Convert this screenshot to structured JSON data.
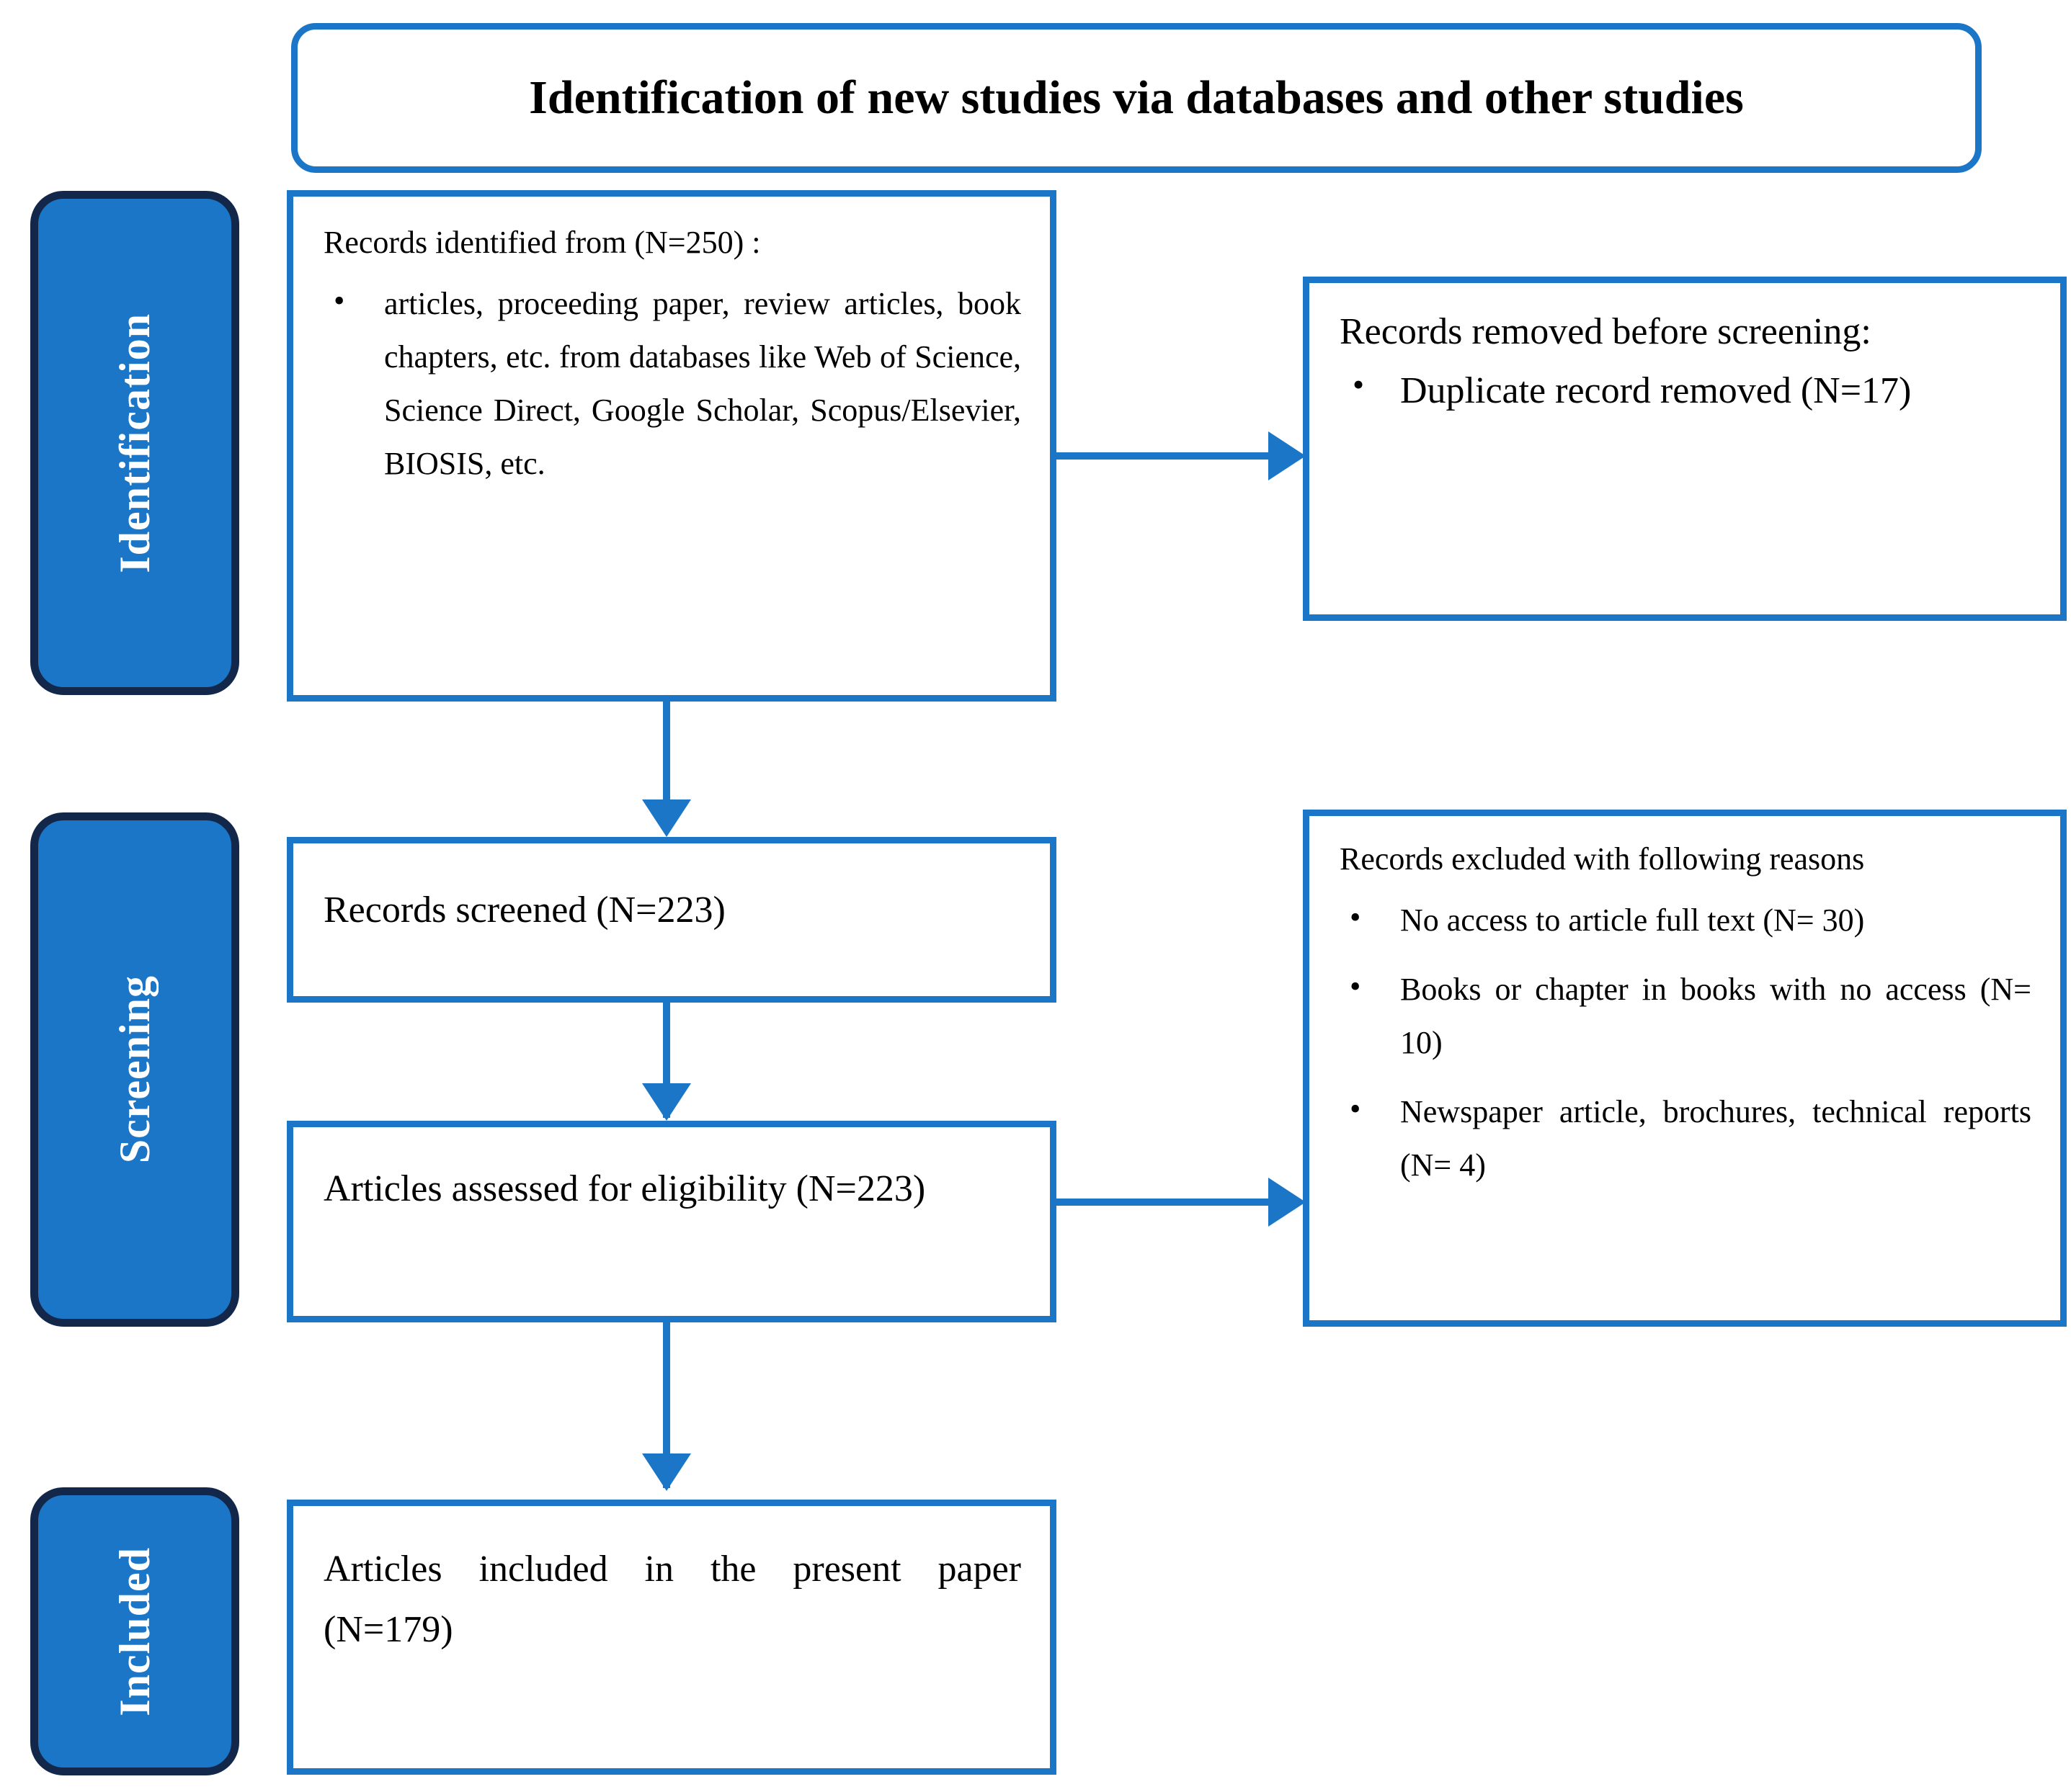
{
  "diagram": {
    "title": "Identification of new studies via databases and other studies",
    "accent_color": "#1B76C8",
    "tab_border_color": "#12274A",
    "tab_text_color": "#FFFFFF"
  },
  "stages": [
    {
      "id": "identification",
      "label": "Identification"
    },
    {
      "id": "screening",
      "label": "Screening"
    },
    {
      "id": "included",
      "label": "Included"
    }
  ],
  "nodes": {
    "records_identified": {
      "lead": "Records identified from (N=250) :",
      "bullets": [
        "articles, proceeding paper, review articles, book chapters, etc. from databases like Web of Science, Science Direct, Google Scholar, Scopus/Elsevier, BIOSIS, etc."
      ]
    },
    "records_removed": {
      "lead": "Records removed before screening:",
      "bullets": [
        "Duplicate record removed (N=17)"
      ]
    },
    "records_screened": {
      "text": "Records screened (N=223)"
    },
    "articles_assessed": {
      "text": "Articles assessed for eligibility (N=223)"
    },
    "records_excluded": {
      "lead": "Records excluded with following reasons",
      "bullets": [
        "No access to article full text (N= 30)",
        "Books or chapter in books with no access (N= 10)",
        "Newspaper article, brochures, technical reports (N= 4)"
      ]
    },
    "articles_included": {
      "text": "Articles included in the present paper (N=179)"
    }
  },
  "counts": {
    "identified": 250,
    "duplicates_removed": 17,
    "screened": 223,
    "assessed": 223,
    "excluded_no_access_fulltext": 30,
    "excluded_books_no_access": 10,
    "excluded_newspaper_brochure_technical": 4,
    "included": 179
  }
}
